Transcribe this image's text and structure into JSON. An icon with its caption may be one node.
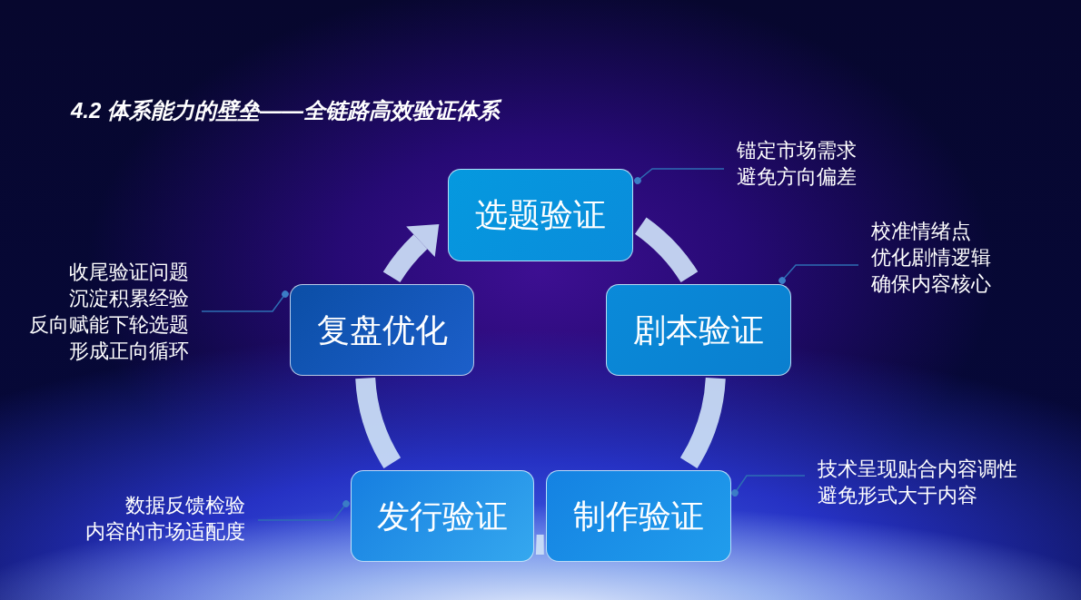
{
  "diagram": {
    "title": "4.2 体系能力的壁垒——全链路高效验证体系",
    "nodes": [
      {
        "text": [
          "选题验证"
        ]
      },
      {
        "text": [
          "复盘优化"
        ]
      },
      {
        "text": [
          "剧本验证"
        ]
      },
      {
        "text": [
          "发行验证"
        ]
      },
      {
        "text": [
          "制作验证"
        ]
      },
      {
        "text": [
          "锚定市场需求",
          "避免方向偏差"
        ]
      },
      {
        "text": [
          "校准情绪点",
          "优化剧情逻辑",
          "确保内容核心"
        ]
      },
      {
        "text": [
          "收尾验证问题",
          "沉淀积累经验",
          "反向赋能下轮选题",
          "形成正向循环"
        ]
      },
      {
        "text": [
          "技术呈现贴合内容调性",
          "避免形式大于内容"
        ]
      },
      {
        "text": [
          "数据反馈检验",
          "内容的市场适配度"
        ]
      }
    ],
    "edges": [
      {
        "from": 0,
        "to": 2,
        "arrow": "none",
        "style": "thick",
        "color": "#cde1f7"
      },
      {
        "from": 2,
        "to": 4,
        "arrow": "none",
        "style": "thick",
        "color": "#cde1f7"
      },
      {
        "from": 4,
        "to": 3,
        "arrow": "none",
        "style": "thick",
        "color": "#cde1f7"
      },
      {
        "from": 3,
        "to": 1,
        "arrow": "none",
        "style": "thick",
        "color": "#cde1f7"
      },
      {
        "from": 1,
        "to": 0,
        "arrow": "to",
        "style": "thick",
        "color": "#cde1f7"
      },
      {
        "from": 5,
        "to": 0,
        "arrow": "other",
        "color": "#2e6db4"
      },
      {
        "from": 6,
        "to": 2,
        "arrow": "other",
        "color": "#2e6db4"
      },
      {
        "from": 7,
        "to": 1,
        "arrow": "other",
        "color": "#2e6db4"
      },
      {
        "from": 8,
        "to": 4,
        "arrow": "other",
        "color": "#2e6db4"
      },
      {
        "from": 9,
        "to": 3,
        "arrow": "other",
        "color": "#2e6db4"
      }
    ]
  }
}
